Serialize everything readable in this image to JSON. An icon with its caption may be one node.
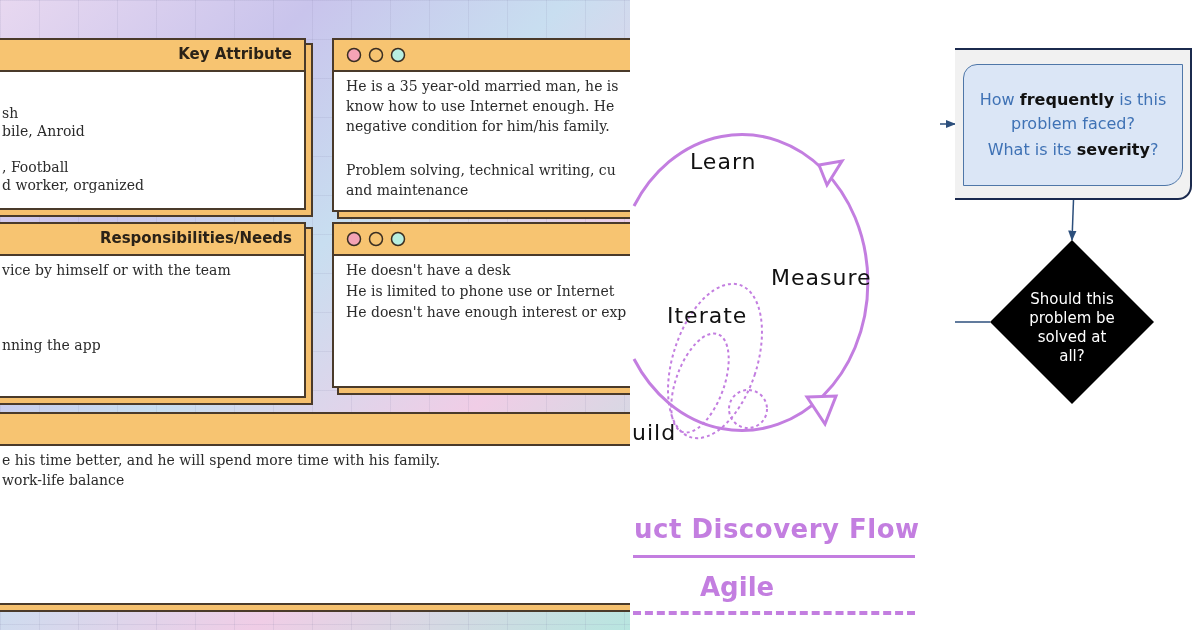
{
  "diagram": {
    "nodes": [
      {
        "text": [
          "Key Attribute",
          "sh",
          "bile, Anroid",
          ", Football",
          "d worker, organized"
        ]
      },
      {
        "text": [
          "He is a 35 year-old married man, he is know how to use Internet enough. He negative condition for him/his family.",
          "Problem solving, technical writing, cu and maintenance"
        ]
      },
      {
        "text": [
          "Responsibilities/Needs",
          "vice by himself or with the team",
          "nning the app"
        ]
      },
      {
        "text": [
          "He doesn't have a desk",
          "He is limited to phone use or Internet",
          "He doesn't have enough interest or exp"
        ]
      },
      {
        "text": [
          "e his time better, and he will spend more time with his family.",
          "work-life balance"
        ]
      },
      {
        "text": [],
        "shape": "box"
      },
      {
        "text": [
          "How **frequently** is this problem faced?",
          "What is its **severity**?"
        ],
        "in": 5
      },
      {
        "text": [
          "Should this problem be solved at all?"
        ]
      }
    ],
    "edges": [
      {
        "from": null,
        "to": 5,
        "arrow": "to"
      },
      {
        "from": 5,
        "to": 7,
        "arrow": "to"
      },
      {
        "from": null,
        "to": 7,
        "arrow": "none"
      }
    ],
    "labels": [
      "Learn",
      "Measure",
      "Iterate",
      "uild",
      "uct Discovery Flow",
      "Agile"
    ]
  }
}
